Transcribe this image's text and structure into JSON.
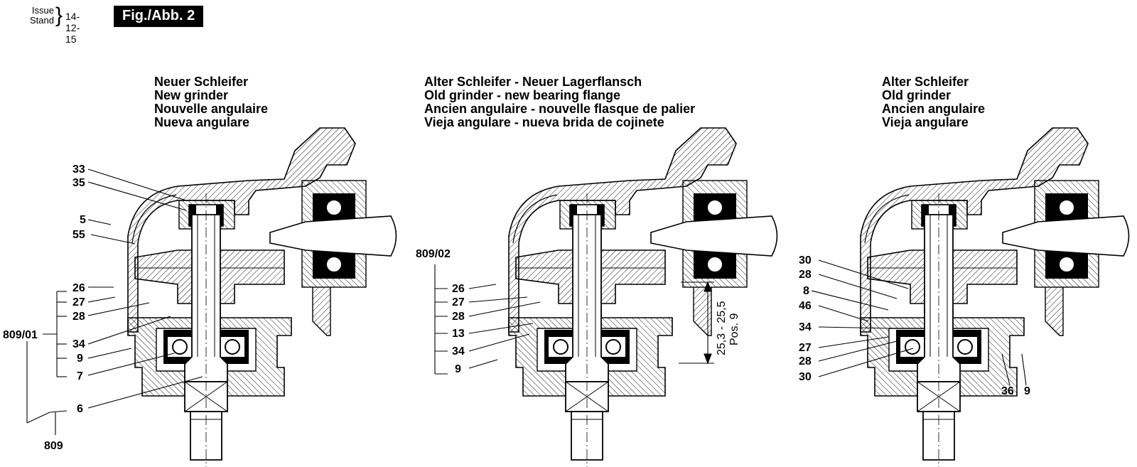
{
  "header": {
    "issue_label": "Issue",
    "stand_label": "Stand",
    "date": "14-12-15",
    "figure_label": "Fig./Abb. 2"
  },
  "panels": [
    {
      "title_lines": [
        "Neuer Schleifer",
        "New grinder",
        "Nouvelle angulaire",
        "Nueva angulare"
      ]
    },
    {
      "title_lines": [
        "Alter Schleifer - Neuer Lagerflansch",
        "Old grinder - new bearing flange",
        "Ancien angulaire - nouvelle flasque de palier",
        "Vieja angulare - nueva brida de cojinete"
      ]
    },
    {
      "title_lines": [
        "Alter Schleifer",
        "Old grinder",
        "Ancien angulaire",
        "Vieja angulare"
      ]
    }
  ],
  "callouts": {
    "left": [
      "33",
      "35",
      "5",
      "55",
      "26",
      "27",
      "28",
      "34",
      "9",
      "7",
      "6",
      "809/01",
      "809"
    ],
    "middle": [
      "809/02",
      "26",
      "27",
      "28",
      "13",
      "34",
      "9"
    ],
    "right": [
      "30",
      "28",
      "8",
      "46",
      "34",
      "27",
      "28",
      "30",
      "36",
      "9"
    ]
  },
  "dimension": {
    "value": "25,3 - 25,5",
    "position": "Pos. 9"
  }
}
